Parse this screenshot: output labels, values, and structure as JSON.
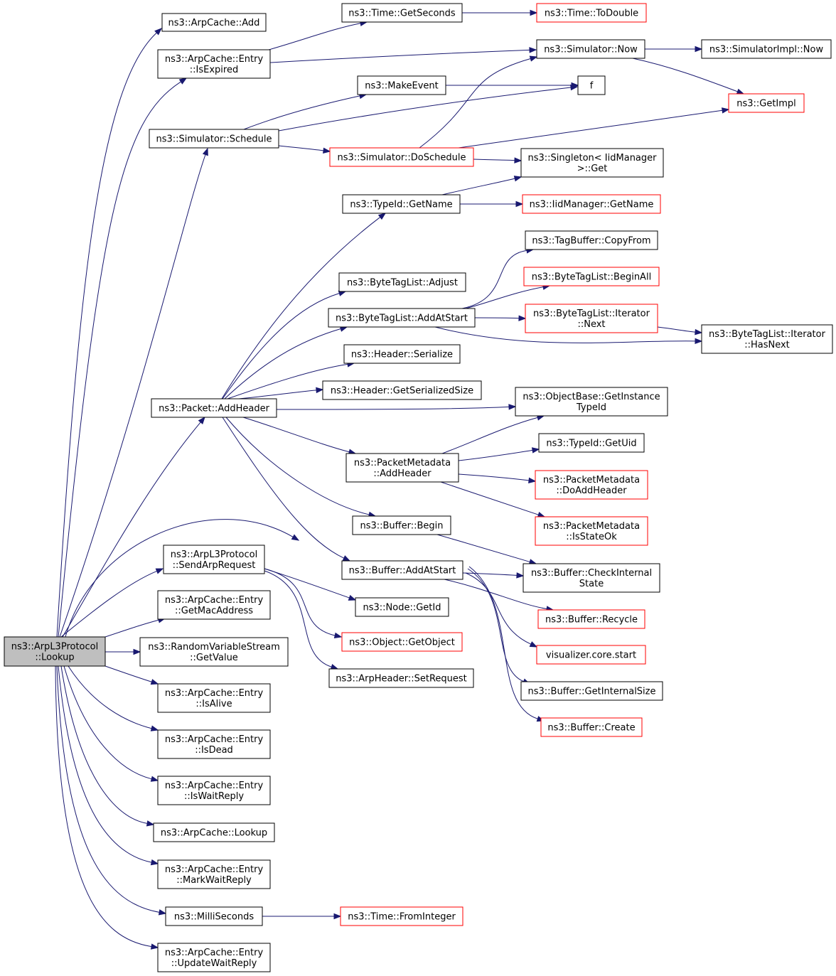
{
  "colors": {
    "edge": "#191970",
    "node_border": "#000000",
    "incomplete_border": "#ff0000",
    "root_fill": "#bfbfbf",
    "node_fill": "#ffffff"
  },
  "nodes": [
    {
      "id": "root",
      "lines": [
        "ns3::ArpL3Protocol",
        "::Lookup"
      ],
      "kind": "root"
    },
    {
      "id": "n_cache_add",
      "lines": [
        "ns3::ArpCache::Add"
      ],
      "kind": "normal"
    },
    {
      "id": "n_entry_isexpired",
      "lines": [
        "ns3::ArpCache::Entry",
        "::IsExpired"
      ],
      "kind": "normal"
    },
    {
      "id": "n_sim_schedule",
      "lines": [
        "ns3::Simulator::Schedule"
      ],
      "kind": "normal"
    },
    {
      "id": "n_packet_addheader",
      "lines": [
        "ns3::Packet::AddHeader"
      ],
      "kind": "normal"
    },
    {
      "id": "n_sendarprequest",
      "lines": [
        "ns3::ArpL3Protocol",
        "::SendArpRequest"
      ],
      "kind": "normal"
    },
    {
      "id": "n_entry_getmac",
      "lines": [
        "ns3::ArpCache::Entry",
        "::GetMacAddress"
      ],
      "kind": "normal"
    },
    {
      "id": "n_rvs_getvalue",
      "lines": [
        "ns3::RandomVariableStream",
        "::GetValue"
      ],
      "kind": "normal"
    },
    {
      "id": "n_entry_isalive",
      "lines": [
        "ns3::ArpCache::Entry",
        "::IsAlive"
      ],
      "kind": "normal"
    },
    {
      "id": "n_entry_isdead",
      "lines": [
        "ns3::ArpCache::Entry",
        "::IsDead"
      ],
      "kind": "normal"
    },
    {
      "id": "n_entry_iswaitreply",
      "lines": [
        "ns3::ArpCache::Entry",
        "::IsWaitReply"
      ],
      "kind": "normal"
    },
    {
      "id": "n_cache_lookup",
      "lines": [
        "ns3::ArpCache::Lookup"
      ],
      "kind": "normal"
    },
    {
      "id": "n_entry_markwaitreply",
      "lines": [
        "ns3::ArpCache::Entry",
        "::MarkWaitReply"
      ],
      "kind": "normal"
    },
    {
      "id": "n_milliseconds",
      "lines": [
        "ns3::MilliSeconds"
      ],
      "kind": "normal"
    },
    {
      "id": "n_entry_updatewaitreply",
      "lines": [
        "ns3::ArpCache::Entry",
        "::UpdateWaitReply"
      ],
      "kind": "normal"
    },
    {
      "id": "n_time_getseconds",
      "lines": [
        "ns3::Time::GetSeconds"
      ],
      "kind": "normal"
    },
    {
      "id": "n_time_todouble",
      "lines": [
        "ns3::Time::ToDouble"
      ],
      "kind": "incomplete"
    },
    {
      "id": "n_sim_now",
      "lines": [
        "ns3::Simulator::Now"
      ],
      "kind": "normal"
    },
    {
      "id": "n_simimpl_now",
      "lines": [
        "ns3::SimulatorImpl::Now"
      ],
      "kind": "normal"
    },
    {
      "id": "n_makeevent",
      "lines": [
        "ns3::MakeEvent"
      ],
      "kind": "normal"
    },
    {
      "id": "n_f",
      "lines": [
        "f"
      ],
      "kind": "normal"
    },
    {
      "id": "n_getimpl",
      "lines": [
        "ns3::GetImpl"
      ],
      "kind": "incomplete"
    },
    {
      "id": "n_sim_doschedule",
      "lines": [
        "ns3::Simulator::DoSchedule"
      ],
      "kind": "incomplete"
    },
    {
      "id": "n_singleton_get",
      "lines": [
        "ns3::Singleton< IidManager",
        " >::Get"
      ],
      "kind": "normal"
    },
    {
      "id": "n_typeid_getname",
      "lines": [
        "ns3::TypeId::GetName"
      ],
      "kind": "normal"
    },
    {
      "id": "n_iidmgr_getname",
      "lines": [
        "ns3::IidManager::GetName"
      ],
      "kind": "incomplete"
    },
    {
      "id": "n_tagbuffer_copyfrom",
      "lines": [
        "ns3::TagBuffer::CopyFrom"
      ],
      "kind": "normal"
    },
    {
      "id": "n_btl_adjust",
      "lines": [
        "ns3::ByteTagList::Adjust"
      ],
      "kind": "normal"
    },
    {
      "id": "n_btl_beginall",
      "lines": [
        "ns3::ByteTagList::BeginAll"
      ],
      "kind": "incomplete"
    },
    {
      "id": "n_btl_addatstart",
      "lines": [
        "ns3::ByteTagList::AddAtStart"
      ],
      "kind": "normal"
    },
    {
      "id": "n_btl_iter_next",
      "lines": [
        "ns3::ByteTagList::Iterator",
        "::Next"
      ],
      "kind": "incomplete"
    },
    {
      "id": "n_btl_iter_hasnext",
      "lines": [
        "ns3::ByteTagList::Iterator",
        "::HasNext"
      ],
      "kind": "normal"
    },
    {
      "id": "n_header_serialize",
      "lines": [
        "ns3::Header::Serialize"
      ],
      "kind": "normal"
    },
    {
      "id": "n_header_getsersize",
      "lines": [
        "ns3::Header::GetSerializedSize"
      ],
      "kind": "normal"
    },
    {
      "id": "n_objbase_getinstancetypeid",
      "lines": [
        "ns3::ObjectBase::GetInstance",
        "TypeId"
      ],
      "kind": "normal"
    },
    {
      "id": "n_pm_addheader",
      "lines": [
        "ns3::PacketMetadata",
        "::AddHeader"
      ],
      "kind": "normal"
    },
    {
      "id": "n_typeid_getuid",
      "lines": [
        "ns3::TypeId::GetUid"
      ],
      "kind": "normal"
    },
    {
      "id": "n_pm_doaddheader",
      "lines": [
        "ns3::PacketMetadata",
        "::DoAddHeader"
      ],
      "kind": "incomplete"
    },
    {
      "id": "n_pm_isstateok",
      "lines": [
        "ns3::PacketMetadata",
        "::IsStateOk"
      ],
      "kind": "incomplete"
    },
    {
      "id": "n_buffer_begin",
      "lines": [
        "ns3::Buffer::Begin"
      ],
      "kind": "normal"
    },
    {
      "id": "n_buffer_addatstart",
      "lines": [
        "ns3::Buffer::AddAtStart"
      ],
      "kind": "normal"
    },
    {
      "id": "n_buffer_checkinternal",
      "lines": [
        "ns3::Buffer::CheckInternal",
        "State"
      ],
      "kind": "normal"
    },
    {
      "id": "n_node_getid",
      "lines": [
        "ns3::Node::GetId"
      ],
      "kind": "normal"
    },
    {
      "id": "n_buffer_recycle",
      "lines": [
        "ns3::Buffer::Recycle"
      ],
      "kind": "incomplete"
    },
    {
      "id": "n_object_getobject",
      "lines": [
        "ns3::Object::GetObject"
      ],
      "kind": "incomplete"
    },
    {
      "id": "n_viz_start",
      "lines": [
        "visualizer.core.start"
      ],
      "kind": "incomplete"
    },
    {
      "id": "n_arpheader_setrequest",
      "lines": [
        "ns3::ArpHeader::SetRequest"
      ],
      "kind": "normal"
    },
    {
      "id": "n_buffer_getinternalsize",
      "lines": [
        "ns3::Buffer::GetInternalSize"
      ],
      "kind": "normal"
    },
    {
      "id": "n_buffer_create",
      "lines": [
        "ns3::Buffer::Create"
      ],
      "kind": "incomplete"
    },
    {
      "id": "n_time_frominteger",
      "lines": [
        "ns3::Time::FromInteger"
      ],
      "kind": "incomplete"
    }
  ],
  "edges": [
    {
      "from": "root",
      "to": "n_cache_add"
    },
    {
      "from": "root",
      "to": "n_entry_isexpired"
    },
    {
      "from": "root",
      "to": "n_sim_schedule"
    },
    {
      "from": "root",
      "to": "n_packet_addheader"
    },
    {
      "from": "root",
      "to": "n_node_getid"
    },
    {
      "from": "root",
      "to": "n_sendarprequest"
    },
    {
      "from": "root",
      "to": "n_entry_getmac"
    },
    {
      "from": "root",
      "to": "n_rvs_getvalue"
    },
    {
      "from": "root",
      "to": "n_entry_isalive"
    },
    {
      "from": "root",
      "to": "n_entry_isdead"
    },
    {
      "from": "root",
      "to": "n_entry_iswaitreply"
    },
    {
      "from": "root",
      "to": "n_cache_lookup"
    },
    {
      "from": "root",
      "to": "n_entry_markwaitreply"
    },
    {
      "from": "root",
      "to": "n_milliseconds"
    },
    {
      "from": "root",
      "to": "n_entry_updatewaitreply"
    },
    {
      "from": "n_entry_isexpired",
      "to": "n_time_getseconds"
    },
    {
      "from": "n_entry_isexpired",
      "to": "n_sim_now"
    },
    {
      "from": "n_time_getseconds",
      "to": "n_time_todouble"
    },
    {
      "from": "n_sim_now",
      "to": "n_simimpl_now"
    },
    {
      "from": "n_sim_now",
      "to": "n_getimpl"
    },
    {
      "from": "n_sim_schedule",
      "to": "n_makeevent"
    },
    {
      "from": "n_sim_schedule",
      "to": "n_f"
    },
    {
      "from": "n_sim_schedule",
      "to": "n_sim_doschedule"
    },
    {
      "from": "n_makeevent",
      "to": "n_f"
    },
    {
      "from": "n_sim_doschedule",
      "to": "n_sim_now"
    },
    {
      "from": "n_sim_doschedule",
      "to": "n_getimpl"
    },
    {
      "from": "n_sim_doschedule",
      "to": "n_singleton_get"
    },
    {
      "from": "n_packet_addheader",
      "to": "n_typeid_getname"
    },
    {
      "from": "n_packet_addheader",
      "to": "n_btl_adjust"
    },
    {
      "from": "n_packet_addheader",
      "to": "n_btl_addatstart"
    },
    {
      "from": "n_packet_addheader",
      "to": "n_header_serialize"
    },
    {
      "from": "n_packet_addheader",
      "to": "n_header_getsersize"
    },
    {
      "from": "n_packet_addheader",
      "to": "n_objbase_getinstancetypeid"
    },
    {
      "from": "n_packet_addheader",
      "to": "n_pm_addheader"
    },
    {
      "from": "n_packet_addheader",
      "to": "n_buffer_begin"
    },
    {
      "from": "n_packet_addheader",
      "to": "n_buffer_addatstart"
    },
    {
      "from": "n_typeid_getname",
      "to": "n_singleton_get"
    },
    {
      "from": "n_typeid_getname",
      "to": "n_iidmgr_getname"
    },
    {
      "from": "n_btl_addatstart",
      "to": "n_tagbuffer_copyfrom"
    },
    {
      "from": "n_btl_addatstart",
      "to": "n_btl_beginall"
    },
    {
      "from": "n_btl_addatstart",
      "to": "n_btl_iter_next"
    },
    {
      "from": "n_btl_addatstart",
      "to": "n_btl_iter_hasnext"
    },
    {
      "from": "n_btl_iter_next",
      "to": "n_btl_iter_hasnext"
    },
    {
      "from": "n_pm_addheader",
      "to": "n_objbase_getinstancetypeid"
    },
    {
      "from": "n_pm_addheader",
      "to": "n_typeid_getuid"
    },
    {
      "from": "n_pm_addheader",
      "to": "n_pm_doaddheader"
    },
    {
      "from": "n_pm_addheader",
      "to": "n_pm_isstateok"
    },
    {
      "from": "n_buffer_begin",
      "to": "n_buffer_checkinternal"
    },
    {
      "from": "n_buffer_addatstart",
      "to": "n_buffer_checkinternal"
    },
    {
      "from": "n_buffer_addatstart",
      "to": "n_buffer_recycle"
    },
    {
      "from": "n_buffer_addatstart",
      "to": "n_viz_start"
    },
    {
      "from": "n_buffer_addatstart",
      "to": "n_buffer_getinternalsize"
    },
    {
      "from": "n_buffer_addatstart",
      "to": "n_buffer_create"
    },
    {
      "from": "n_sendarprequest",
      "to": "n_node_getid"
    },
    {
      "from": "n_sendarprequest",
      "to": "n_object_getobject"
    },
    {
      "from": "n_sendarprequest",
      "to": "n_arpheader_setrequest"
    },
    {
      "from": "n_milliseconds",
      "to": "n_time_frominteger"
    }
  ]
}
